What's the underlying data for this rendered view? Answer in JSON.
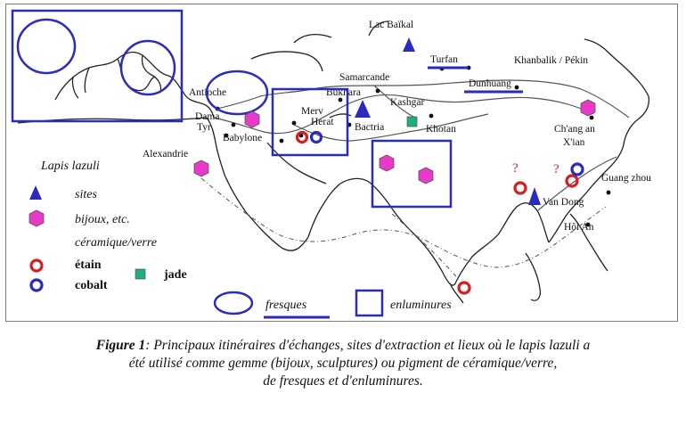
{
  "map": {
    "places": [
      {
        "id": "lac-baikal",
        "label": "Lac Baïkal"
      },
      {
        "id": "turfan",
        "label": "Turfan"
      },
      {
        "id": "khanbalik",
        "label": "Khanbalik / Pékin"
      },
      {
        "id": "samarcande",
        "label": "Samarcande"
      },
      {
        "id": "dunhuang",
        "label": "Dunhuang"
      },
      {
        "id": "antioche",
        "label": "Antioche"
      },
      {
        "id": "bukhara",
        "label": "Bukhara"
      },
      {
        "id": "kashgar",
        "label": "Kashgar"
      },
      {
        "id": "merv",
        "label": "Merv"
      },
      {
        "id": "herat",
        "label": "Herat"
      },
      {
        "id": "dama",
        "label": "Dama"
      },
      {
        "id": "tyr",
        "label": "Tyr"
      },
      {
        "id": "babylone",
        "label": "Babylone"
      },
      {
        "id": "bactria",
        "label": "Bactria"
      },
      {
        "id": "khotan",
        "label": "Khotan"
      },
      {
        "id": "changan",
        "label": "Ch'ang an"
      },
      {
        "id": "xian",
        "label": "X'ian"
      },
      {
        "id": "alexandrie",
        "label": "Alexandrie"
      },
      {
        "id": "guangzhou",
        "label": "Guang zhou"
      },
      {
        "id": "vandong",
        "label": "Van Dong"
      },
      {
        "id": "hoian",
        "label": "Hôi An"
      }
    ],
    "question_mark": "?"
  },
  "legend": {
    "title": "Lapis lazuli",
    "items": [
      {
        "id": "sites",
        "label": "sites",
        "symbol": "triangle-icon"
      },
      {
        "id": "bijoux",
        "label": "bijoux, etc.",
        "symbol": "hexagon-icon"
      },
      {
        "id": "ceramique",
        "label": "céramique/verre",
        "symbol": "crescent-icon"
      },
      {
        "id": "etain",
        "label": "étain",
        "symbol": "red-ring-icon"
      },
      {
        "id": "cobalt",
        "label": "cobalt",
        "symbol": "blue-ring-icon"
      },
      {
        "id": "jade",
        "label": "jade",
        "symbol": "green-square-icon"
      },
      {
        "id": "fresques",
        "label": "fresques",
        "symbol": "blue-ellipse-icon"
      },
      {
        "id": "enluminures",
        "label": "enluminures",
        "symbol": "blue-rectangle-icon"
      }
    ]
  },
  "colors": {
    "blue": "#2b2bbf",
    "magenta": "#e83ac8",
    "red": "#d42020",
    "green": "#1fb07a"
  },
  "caption": {
    "figure_label": "Figure 1",
    "line1_rest": ": Principaux itinéraires d'échanges, sites d'extraction et lieux où le lapis lazuli a",
    "line2": "été utilisé comme gemme (bijoux, sculptures) ou pigment de céramique/verre,",
    "line3": "de fresques et d'enluminures."
  }
}
